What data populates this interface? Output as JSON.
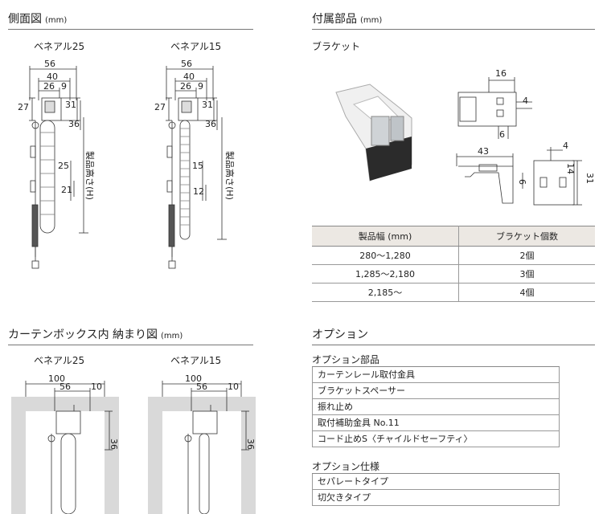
{
  "side_view": {
    "title": "側面図",
    "unit": "(mm)",
    "models": [
      "ベネアル25",
      "ベネアル15"
    ],
    "dims_25": {
      "w56": "56",
      "w40": "40",
      "w26": "26",
      "w9": "9",
      "h27": "27",
      "h31": "31",
      "h36": "36",
      "slat": "25",
      "pitch": "21",
      "range": "製品高さ(H)"
    },
    "dims_15": {
      "w56": "56",
      "w40": "40",
      "w26": "26",
      "w9": "9",
      "h27": "27",
      "h31": "31",
      "h36": "36",
      "slat": "15",
      "pitch": "12",
      "range": "製品高さ(H)"
    }
  },
  "parts": {
    "title": "付属部品",
    "unit": "(mm)",
    "bracket_label": "ブラケット",
    "dims": {
      "d16": "16",
      "d4a": "4",
      "d6a": "6",
      "d43": "43",
      "d4b": "4",
      "d6b": "6",
      "d14": "14",
      "d31": "31"
    },
    "table": {
      "headers": [
        "製品幅 (mm)",
        "ブラケット個数"
      ],
      "rows": [
        [
          "280～1,280",
          "2個"
        ],
        [
          "1,285～2,180",
          "3個"
        ],
        [
          "2,185～",
          "4個"
        ]
      ]
    }
  },
  "box": {
    "title": "カーテンボックス内 納まり図",
    "unit": "(mm)",
    "models": [
      "ベネアル25",
      "ベネアル15"
    ],
    "dims": {
      "w100": "100",
      "w56": "56",
      "w10": "10",
      "h36": "36"
    }
  },
  "options": {
    "title": "オプション",
    "parts_label": "オプション部品",
    "parts": [
      "カーテンレール取付金具",
      "ブラケットスペーサー",
      "振れ止め",
      "取付補助金具 No.11",
      "コード止めS〈チャイルドセーフティ〉"
    ],
    "spec_label": "オプション仕様",
    "specs": [
      "セパレートタイプ",
      "切欠きタイプ"
    ]
  },
  "colors": {
    "rule": "#777777",
    "table_header": "#ece8e3",
    "wall": "#d9d9d9",
    "bracket_dark": "#2b2b2b"
  }
}
